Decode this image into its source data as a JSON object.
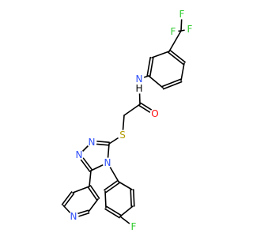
{
  "structure": {
    "atoms": [
      {
        "id": "F1",
        "text": "F",
        "color": "#33cc33"
      },
      {
        "id": "F2",
        "text": "F",
        "color": "#33cc33"
      },
      {
        "id": "F3",
        "text": "F",
        "color": "#33cc33"
      },
      {
        "id": "NH",
        "text": "N",
        "color": "#3050f8"
      },
      {
        "id": "H",
        "text": "H",
        "color": "#000000"
      },
      {
        "id": "O",
        "text": "O",
        "color": "#ff0d0d"
      },
      {
        "id": "S",
        "text": "S",
        "color": "#b29a00"
      },
      {
        "id": "N1",
        "text": "N",
        "color": "#3050f8"
      },
      {
        "id": "N2",
        "text": "N",
        "color": "#3050f8"
      },
      {
        "id": "N4",
        "text": "N",
        "color": "#3050f8"
      },
      {
        "id": "Npy",
        "text": "N",
        "color": "#3050f8"
      },
      {
        "id": "F4",
        "text": "F",
        "color": "#33cc33"
      }
    ]
  }
}
